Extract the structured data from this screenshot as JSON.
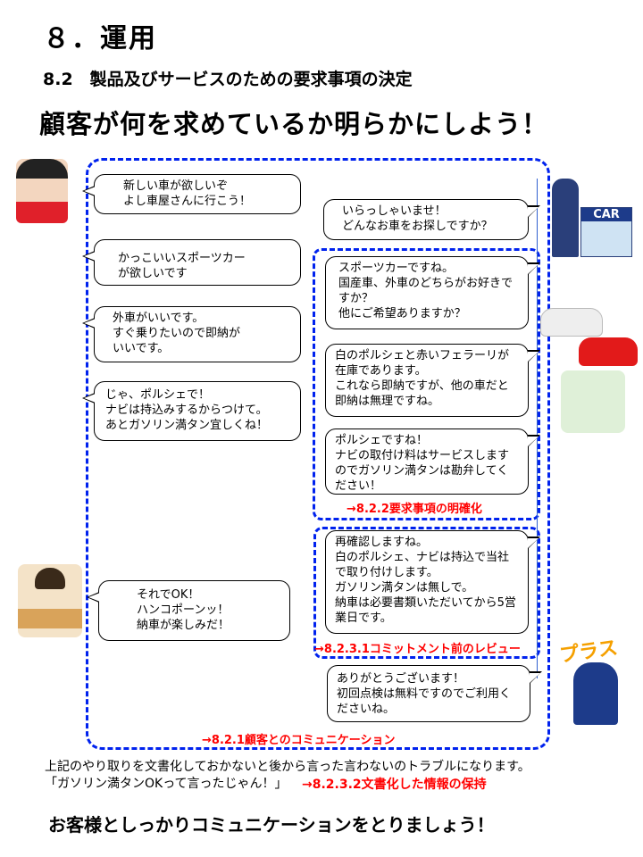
{
  "header": {
    "chapter": "８．運用",
    "section": "8.2　製品及びサービスのための要求事項の決定",
    "headline": "顧客が何を求めているか明らかにしよう！"
  },
  "customer": [
    "新しい車が欲しいぞ\nよし車屋さんに行こう！",
    "かっこいいスポーツカー\nが欲しいです",
    "外車がいいです。\nすぐ乗りたいので即納が\nいいです。",
    "じゃ、ポルシェで！\nナビは持込みするからつけて。\nあとガソリン満タン宜しくね！",
    "それでOK！\nハンコポーンッ！\n納車が楽しみだ！"
  ],
  "dealer": [
    "いらっしゃいませ！\nどんなお車をお探しですか？",
    "スポーツカーですね。\n国産車、外車のどちらがお好きですか？\n他にご希望ありますか？",
    "白のポルシェと赤いフェラーリが在庫であります。\nこれなら即納ですが、他の車だと即納は無理ですね。",
    "ポルシェですね！\nナビの取付け料はサービスしますのでガソリン満タンは勘弁してください！",
    "再確認しますね。\n白のポルシェ、ナビは持込で当社で取り付けします。\nガソリン満タンは無しで。\n納車は必要書類いただいてから5営業日です。",
    "ありがとうございます！\n初回点検は無料ですのでご利用くださいね。"
  ],
  "labels": {
    "req": "→8.2.2要求事項の明確化",
    "review": "→8.2.3.1コミットメント前のレビュー",
    "comm": "→8.2.1顧客とのコミュニケーション",
    "retain": "→8.2.3.2文書化した情報の保持"
  },
  "illustrations": {
    "car_sign": "CAR",
    "plus": "プラス"
  },
  "footer": {
    "line1": "上記のやり取りを文書化しておかないと後から言った言わないのトラブルになります。",
    "line2": "「ガソリン満タンOKって言ったじゃん！」",
    "closing": "お客様としっかりコミュニケーションをとりましょう！"
  },
  "colors": {
    "frame": "#0022ee",
    "accent": "#ff0000"
  }
}
